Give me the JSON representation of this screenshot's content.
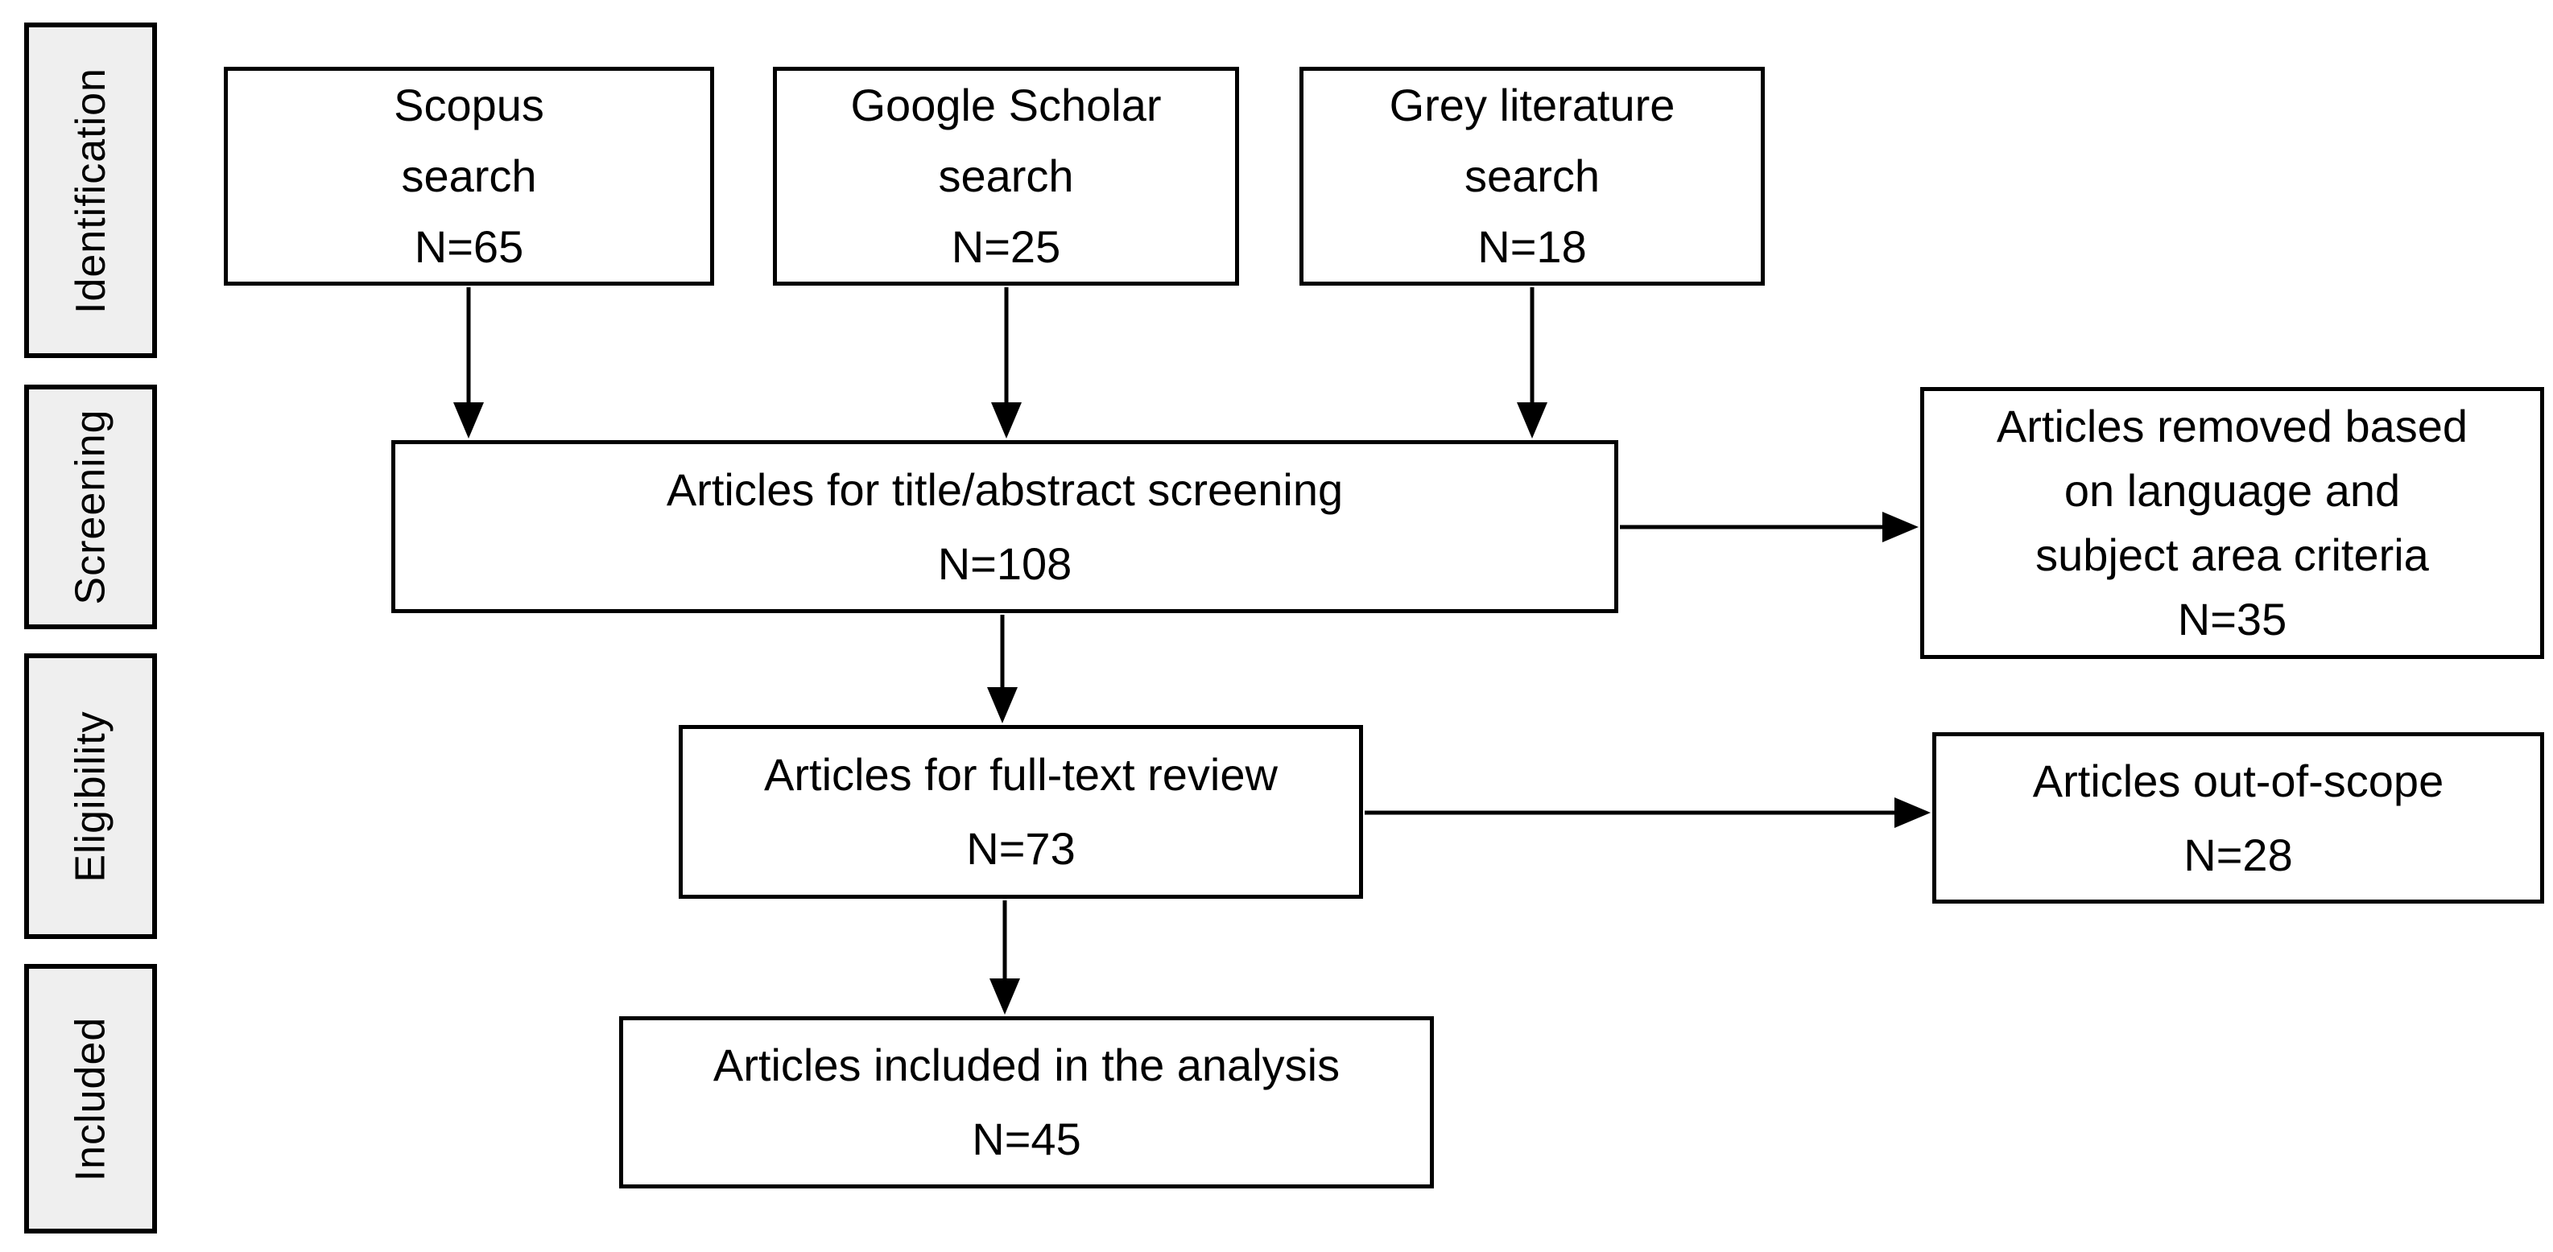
{
  "diagram": {
    "kind": "flowchart",
    "colors": {
      "stage_fill": "#efefef",
      "node_fill": "#ffffff",
      "line": "#000000",
      "background": "#ffffff"
    }
  },
  "stages": [
    {
      "label": "Identification"
    },
    {
      "label": "Screening"
    },
    {
      "label": "Eligibility"
    },
    {
      "label": "Included"
    }
  ],
  "nodes": {
    "scopus": {
      "lines": [
        "Scopus",
        "search",
        "N=65"
      ],
      "n": 65
    },
    "google_scholar": {
      "lines": [
        "Google Scholar",
        "search",
        "N=25"
      ],
      "n": 25
    },
    "grey_literature": {
      "lines": [
        "Grey literature",
        "search",
        "N=18"
      ],
      "n": 18
    },
    "title_abstract_screening": {
      "lines": [
        "Articles for title/abstract screening",
        "N=108"
      ],
      "n": 108
    },
    "removed_language_subject": {
      "lines": [
        "Articles removed based",
        "on language and",
        "subject area criteria",
        "N=35"
      ],
      "n": 35
    },
    "full_text_review": {
      "lines": [
        "Articles for full-text review",
        "N=73"
      ],
      "n": 73
    },
    "out_of_scope": {
      "lines": [
        "Articles out-of-scope",
        "N=28"
      ],
      "n": 28
    },
    "included_analysis": {
      "lines": [
        "Articles included in the analysis",
        "N=45"
      ],
      "n": 45
    }
  },
  "edges": [
    {
      "from": "scopus",
      "to": "title_abstract_screening"
    },
    {
      "from": "google_scholar",
      "to": "title_abstract_screening"
    },
    {
      "from": "grey_literature",
      "to": "title_abstract_screening"
    },
    {
      "from": "title_abstract_screening",
      "to": "removed_language_subject"
    },
    {
      "from": "title_abstract_screening",
      "to": "full_text_review"
    },
    {
      "from": "full_text_review",
      "to": "out_of_scope"
    },
    {
      "from": "full_text_review",
      "to": "included_analysis"
    }
  ]
}
